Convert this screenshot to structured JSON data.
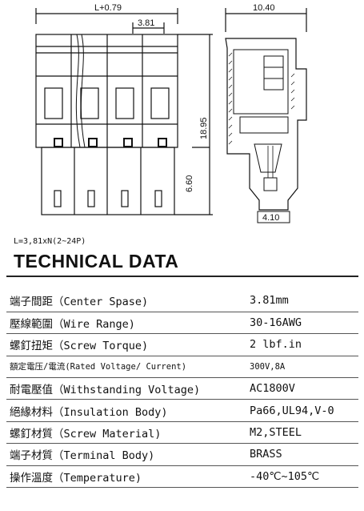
{
  "drawing": {
    "dim_length": "L+0.79",
    "dim_pitch": "3.81",
    "dim_width": "10.40",
    "dim_height": "18.95",
    "dim_pin": "6.60",
    "dim_bottom": "4.10"
  },
  "formula": "L=3,81xN(2~24P)",
  "title": "TECHNICAL DATA",
  "specs": [
    {
      "label": "端子間距（Center Spase)",
      "value": "3.81mm"
    },
    {
      "label": "壓線範圍（Wire Range)",
      "value": "30-16AWG"
    },
    {
      "label": "螺釘扭矩（Screw Torque)",
      "value": "2 lbf.in"
    },
    {
      "label": "額定電压/電流(Rated Voltage/ Current)",
      "value": "300V,8A"
    },
    {
      "label": "耐電壓值（Withstanding Voltage)",
      "value": "AC1800V"
    },
    {
      "label": "絕緣材料（Insulation Body)",
      "value": "Pa66,UL94,V-0"
    },
    {
      "label": "螺釘材質（Screw Material)",
      "value": "M2,STEEL"
    },
    {
      "label": "端子材質（Terminal Body)",
      "value": "BRASS"
    },
    {
      "label": "操作溫度（Temperature)",
      "value": "-40℃~105℃"
    }
  ]
}
